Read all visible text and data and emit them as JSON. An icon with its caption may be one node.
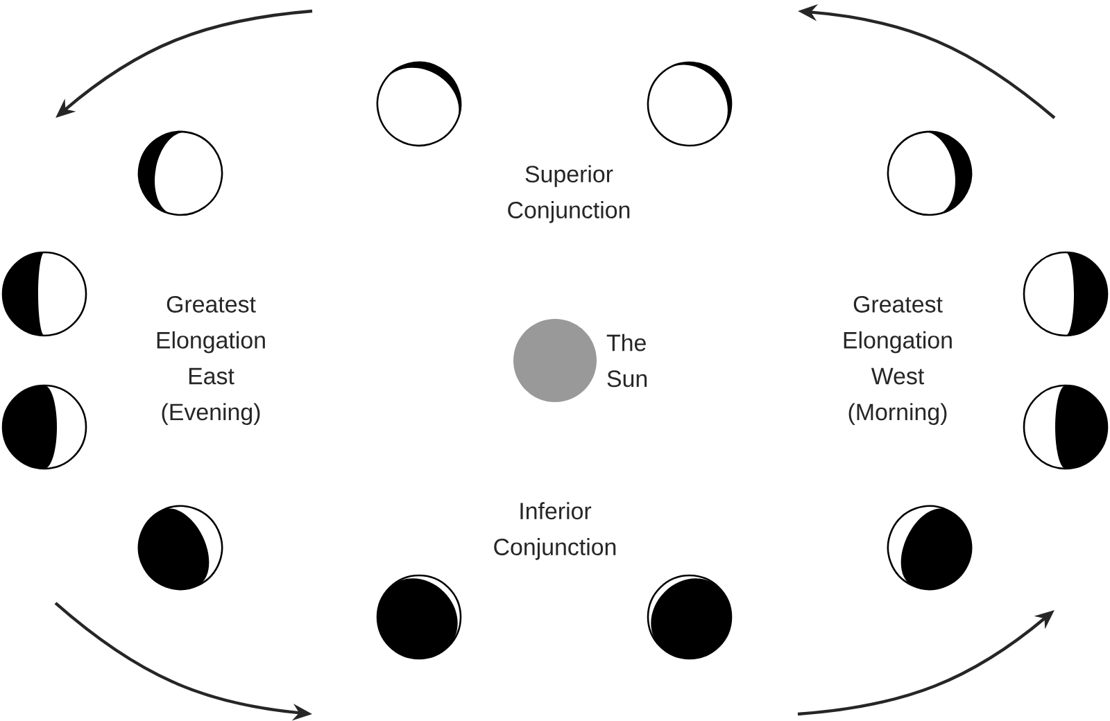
{
  "diagram": {
    "labels": [
      "Superior Conjunction",
      "Greatest Elongation East (Evening)",
      "The Sun",
      "Greatest Elongation West (Morning)",
      "Inferior Conjunction"
    ]
  }
}
